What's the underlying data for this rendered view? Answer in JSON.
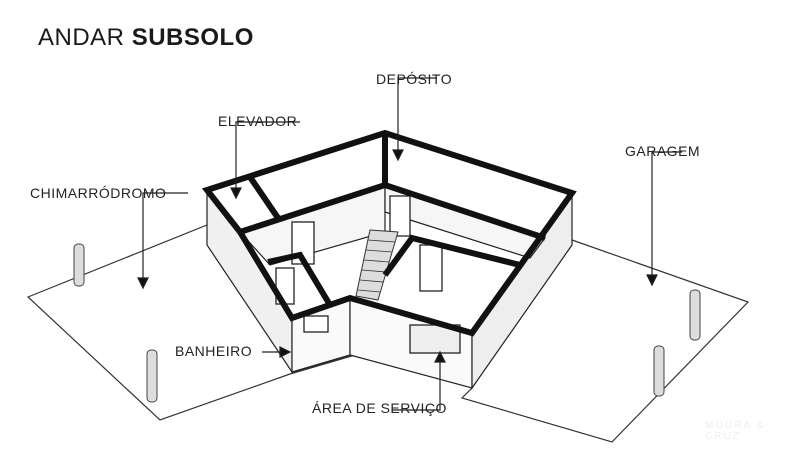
{
  "title": {
    "prefix": "ANDAR",
    "bold": "SUBSOLO"
  },
  "labels": {
    "deposito": "DEPÓSITO",
    "elevador": "ELEVADOR",
    "garagem": "GARAGEM",
    "chimarrodromo": "CHIMARRÓDROMO",
    "banheiro": "BANHEIRO",
    "area_servico": "ÁREA DE SERVIÇO"
  },
  "watermark": "MOURA & CRUZ"
}
